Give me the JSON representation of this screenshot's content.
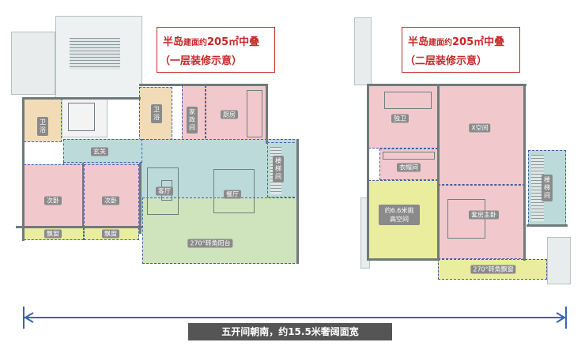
{
  "floor1": {
    "title_a": "半岛",
    "title_b": "建面约",
    "title_c": "205㎡中叠",
    "subtitle": "（一层装修示意）",
    "rooms": {
      "wei_yu_left": "卫浴",
      "wei_yu_right": "卫浴",
      "jia_zheng_jian": "家政间",
      "chu_fang": "厨房",
      "xuan_guan": "玄关",
      "lou_ti_jian": "楼梯间",
      "ci_wo_1": "次卧",
      "ci_wo_2": "次卧",
      "ke_ting": "客厅",
      "can_ting": "餐厅",
      "piao_chuang_1": "飘窗",
      "piao_chuang_2": "飘窗",
      "balcony": "270°转角阳台"
    }
  },
  "floor2": {
    "title_a": "半岛",
    "title_b": "建面约",
    "title_c": "205㎡中叠",
    "subtitle": "（二层装修示意）",
    "rooms": {
      "du_wei": "独卫",
      "x_kong_jian": "X空间",
      "yi_mao_jian": "衣帽间",
      "lou_ti_jian": "楼梯间",
      "tiao_gao": "约6.6米挑高空间",
      "tao_fang": "套房主卧",
      "bay_window": "270°转角飘窗"
    }
  },
  "dimension": {
    "caption": "五开间朝南，约15.5米奢阔面宽",
    "line_color": "#3a64b4"
  },
  "colors": {
    "bath": "#f2dcb8",
    "bedroom": "#f1c9cc",
    "living": "#bcdada",
    "balcony": "#cfe3bd",
    "window": "#eaec9e",
    "title": "#c62828"
  }
}
